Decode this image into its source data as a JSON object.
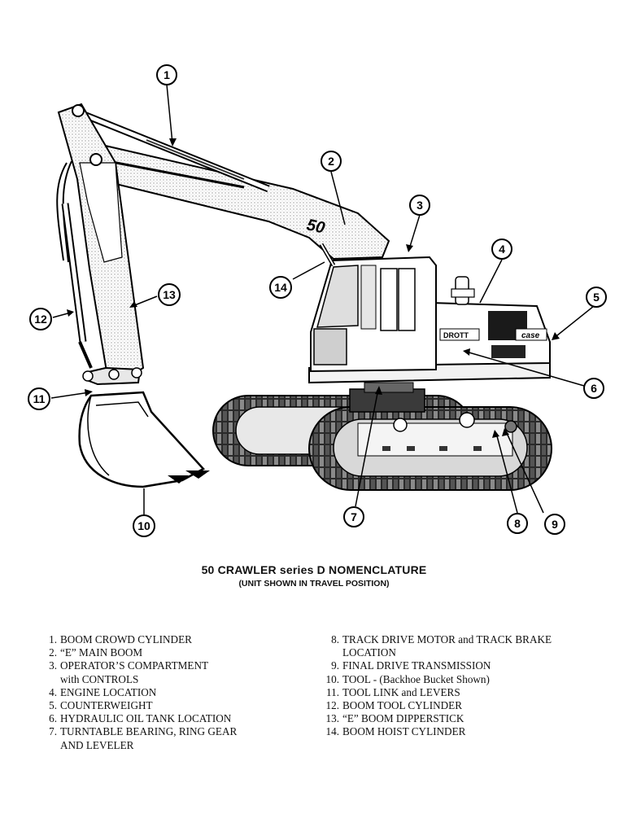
{
  "diagram": {
    "machine_decals": {
      "model_number": "50",
      "brand_left": "DROTT",
      "brand_right": "case"
    },
    "callouts": [
      "1",
      "2",
      "3",
      "4",
      "5",
      "6",
      "7",
      "8",
      "9",
      "10",
      "11",
      "12",
      "13",
      "14"
    ]
  },
  "caption": {
    "title": "50 CRAWLER series D NOMENCLATURE",
    "subtitle": "(UNIT SHOWN IN TRAVEL POSITION)"
  },
  "legend": {
    "left": [
      {
        "num": "1.",
        "lines": [
          "BOOM CROWD CYLINDER"
        ]
      },
      {
        "num": "2.",
        "lines": [
          "“E” MAIN BOOM"
        ]
      },
      {
        "num": "3.",
        "lines": [
          "OPERATOR’S COMPARTMENT",
          "with CONTROLS"
        ]
      },
      {
        "num": "4.",
        "lines": [
          "ENGINE LOCATION"
        ]
      },
      {
        "num": "5.",
        "lines": [
          "COUNTERWEIGHT"
        ]
      },
      {
        "num": "6.",
        "lines": [
          "HYDRAULIC OIL TANK LOCATION"
        ]
      },
      {
        "num": "7.",
        "lines": [
          "TURNTABLE BEARING, RING GEAR",
          "AND LEVELER"
        ]
      }
    ],
    "right": [
      {
        "num": "8.",
        "lines": [
          "TRACK DRIVE MOTOR and TRACK BRAKE",
          "LOCATION"
        ]
      },
      {
        "num": "9.",
        "lines": [
          "FINAL DRIVE TRANSMISSION"
        ]
      },
      {
        "num": "10.",
        "lines": [
          "TOOL - (Backhoe Bucket Shown)"
        ]
      },
      {
        "num": "11.",
        "lines": [
          "TOOL LINK and LEVERS"
        ]
      },
      {
        "num": "12.",
        "lines": [
          "BOOM TOOL CYLINDER"
        ]
      },
      {
        "num": "13.",
        "lines": [
          "“E” BOOM DIPPERSTICK"
        ]
      },
      {
        "num": "14.",
        "lines": [
          "BOOM HOIST CYLINDER"
        ]
      }
    ]
  }
}
